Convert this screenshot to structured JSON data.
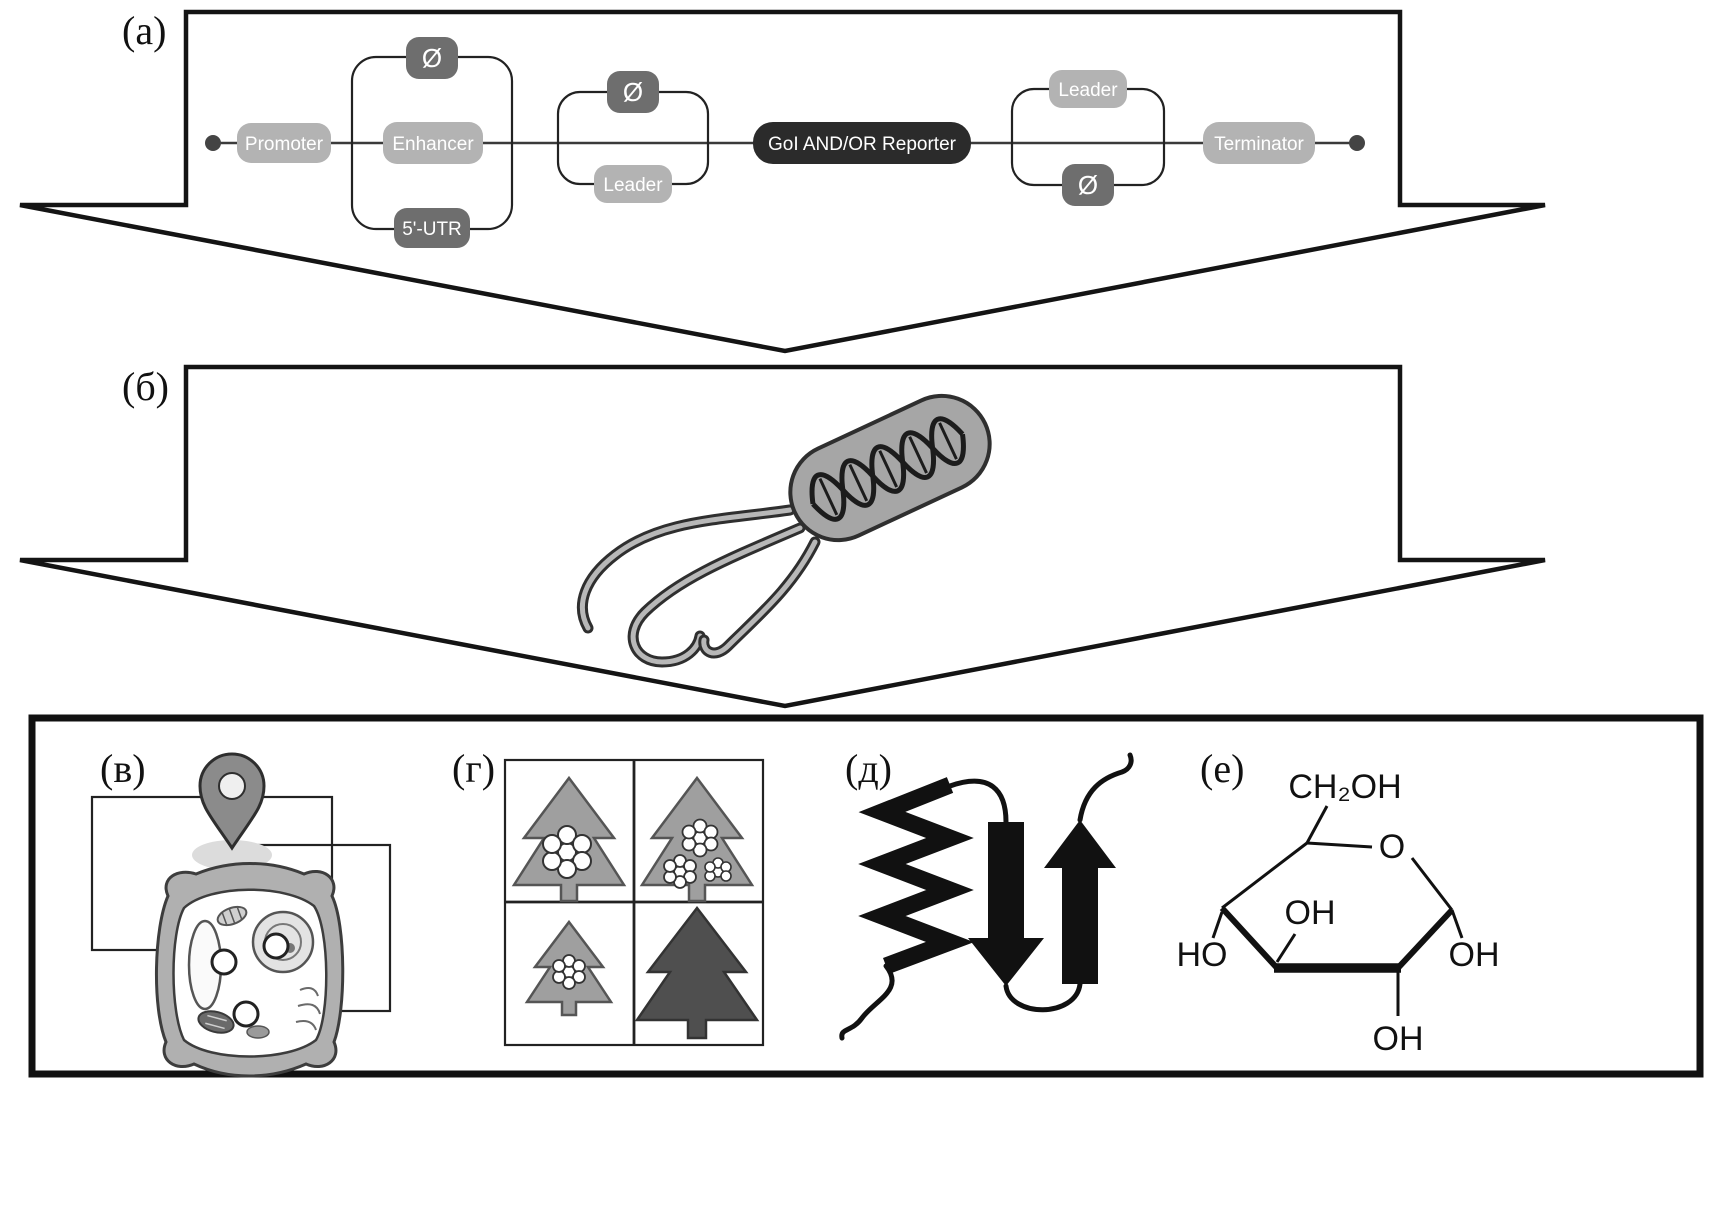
{
  "figure": {
    "panel_a_label": "(а)",
    "panel_b_label": "(б)",
    "panel_v_label": "(в)",
    "panel_g_label": "(г)",
    "panel_d_label": "(д)",
    "panel_e_label": "(е)"
  },
  "construct": {
    "promoter": "Promoter",
    "enhancer": "Enhancer",
    "five_utr": "5'-UTR",
    "omit_enhancer": "Ø",
    "omit_leader_left": "Ø",
    "omit_leader_right": "Ø",
    "leader_left": "Leader",
    "leader_right": "Leader",
    "goi_reporter": "GoI AND/OR Reporter",
    "terminator": "Terminator"
  },
  "glucose": {
    "ch2oh": "CH₂OH",
    "ring_oxygen": "O",
    "oh_c3": "OH",
    "oh_c1": "OH",
    "oh_c2": "OH",
    "ho_c4": "HO"
  },
  "colors": {
    "light_box": "#b3b3b3",
    "dark_box": "#6e6e6e",
    "goi_box": "#2b2b2b",
    "outline": "#1a1a1a",
    "capsule": "#a6a6a6",
    "tree": "#9f9f9f",
    "tree_dark": "#4f4f4f"
  }
}
